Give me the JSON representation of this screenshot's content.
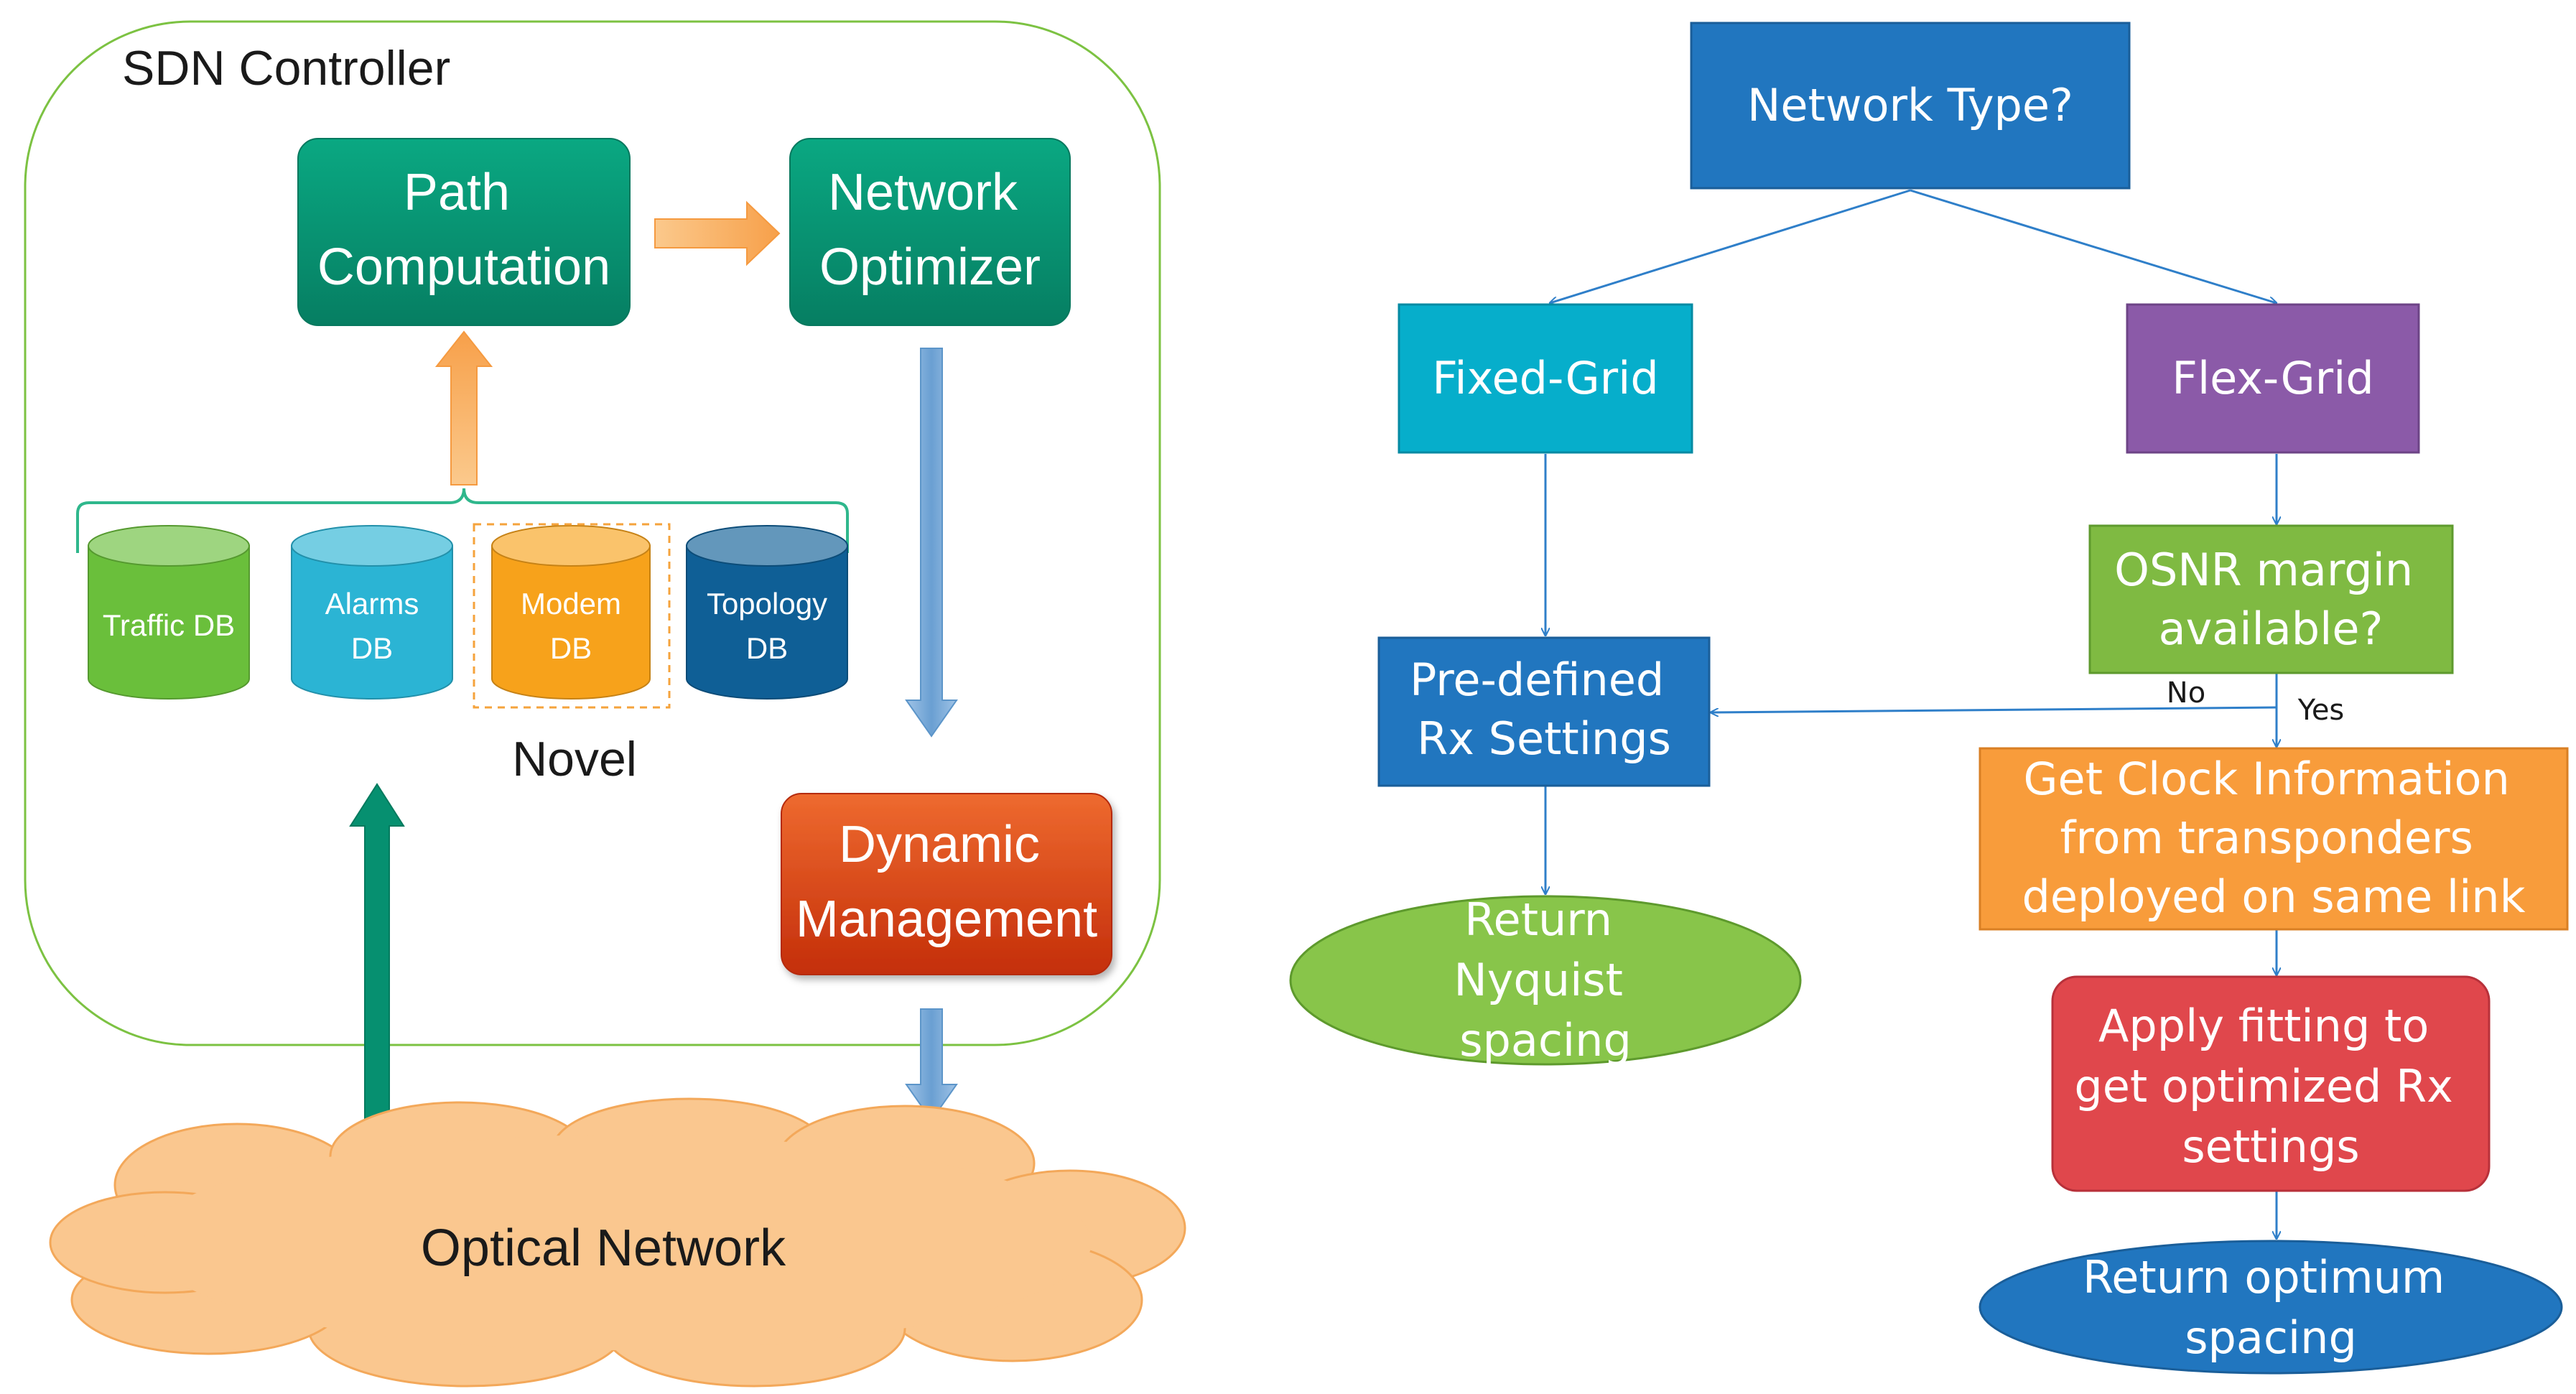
{
  "sdn": {
    "container_label": "SDN Controller",
    "path_computation": [
      "Path",
      "Computation"
    ],
    "network_optimizer": [
      "Network",
      "Optimizer"
    ],
    "databases": [
      {
        "id": "traffic",
        "lines": [
          "Traffic DB"
        ],
        "color": "#6abf3b"
      },
      {
        "id": "alarms",
        "lines": [
          "Alarms",
          "DB"
        ],
        "color": "#2bb4d4"
      },
      {
        "id": "modem",
        "lines": [
          "Modem",
          "DB"
        ],
        "color": "#f7a21b"
      },
      {
        "id": "topology",
        "lines": [
          "Topology",
          "DB"
        ],
        "color": "#0f5f96"
      }
    ],
    "novel_label": "Novel",
    "dynamic_management": [
      "Dynamic",
      "Management"
    ],
    "optical_network": "Optical Network"
  },
  "flow": {
    "network_type": "Network Type?",
    "fixed_grid": "Fixed-Grid",
    "flex_grid": "Flex-Grid",
    "osnr": [
      "OSNR margin",
      "available?"
    ],
    "predefined": [
      "Pre-defined",
      "Rx Settings"
    ],
    "no_label": "No",
    "yes_label": "Yes",
    "clock": [
      "Get Clock Information",
      "from transponders",
      "deployed on same link"
    ],
    "return_nyquist": [
      "Return",
      "Nyquist",
      "spacing"
    ],
    "apply_fitting": [
      "Apply fitting to",
      "get optimized Rx",
      "settings"
    ],
    "return_optimum": [
      "Return optimum",
      "spacing"
    ]
  },
  "colors": {
    "green_box": "#079a78",
    "blue_box": "#2176bf",
    "cyan_box": "#06aecb",
    "purple_box": "#8b5aa8",
    "lime_box": "#7fba42",
    "orange_box": "#f89c3b",
    "red_box": "#e0474c",
    "nyquist_ellipse": "#88c54a",
    "optimum_ellipse": "#2176bf",
    "cloud": "#fac78f"
  }
}
